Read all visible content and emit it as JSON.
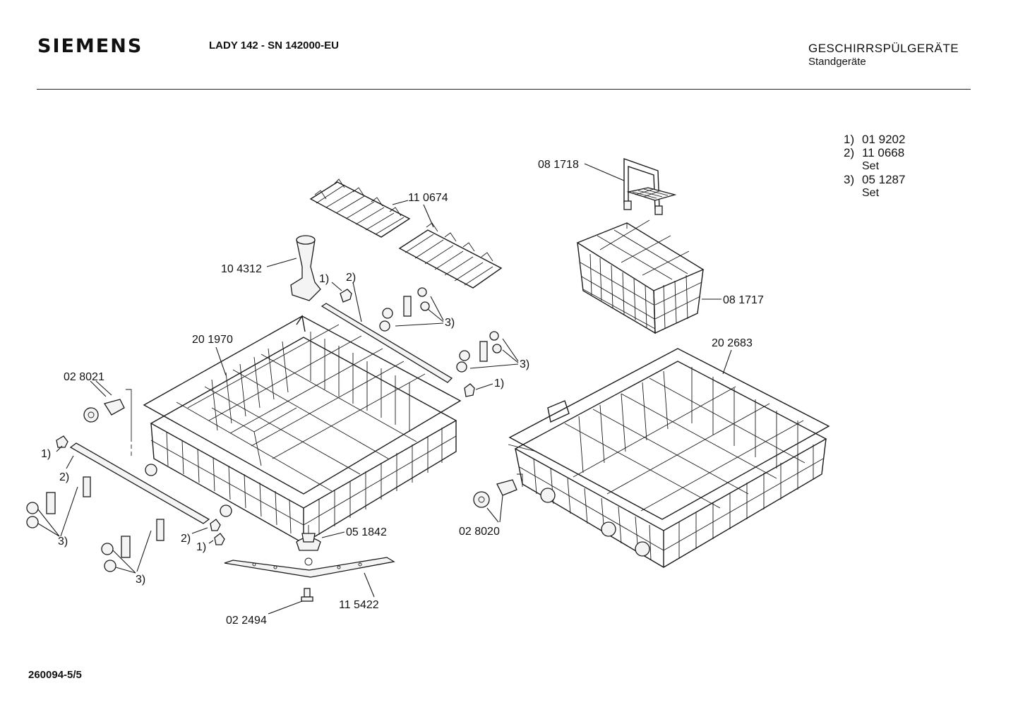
{
  "header": {
    "brand": "SIEMENS",
    "model": "LADY 142 - SN 142000-EU",
    "category": "GESCHIRRSPÜLGERÄTE",
    "subcategory": "Standgeräte"
  },
  "legend": [
    {
      "ref": "1)",
      "code": "01 9202",
      "note": ""
    },
    {
      "ref": "2)",
      "code": "11 0668",
      "note": "Set"
    },
    {
      "ref": "3)",
      "code": "05 1287",
      "note": "Set"
    }
  ],
  "parts": {
    "cutlery_handle": "08 1718",
    "cutlery_basket": "08 1717",
    "cup_rack": "11 0674",
    "handle_knob": "10 4312",
    "upper_basket": "20 1970",
    "lower_basket": "20 2683",
    "roller_upper": "02 8021",
    "roller_lower": "02 8020",
    "spray_bearing": "05 1842",
    "spray_arm": "11 5422",
    "screw": "02 2494"
  },
  "refs": {
    "r1": "1)",
    "r2": "2)",
    "r3": "3)"
  },
  "footer": {
    "doc_id": "260094-5/5"
  }
}
